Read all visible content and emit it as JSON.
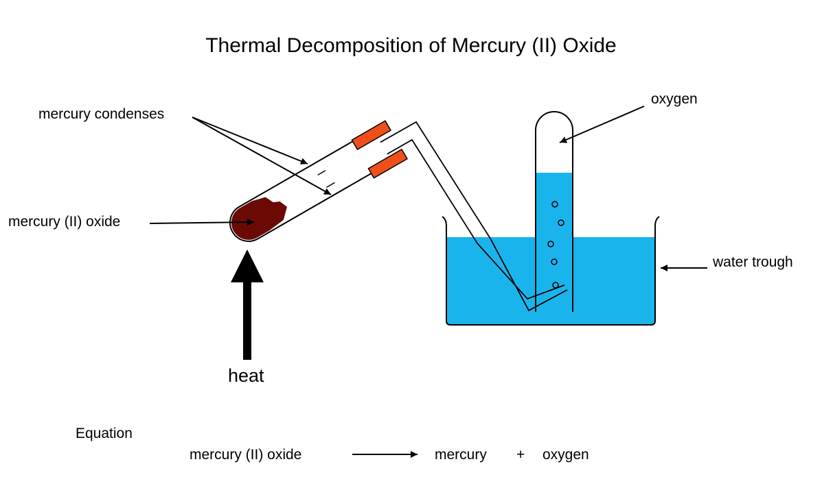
{
  "title": "Thermal Decomposition of Mercury (II) Oxide",
  "labels": {
    "mercury_condenses": "mercury condenses",
    "mercury_oxide": "mercury (II) oxide",
    "oxygen": "oxygen",
    "water_trough": "water trough",
    "heat": "heat"
  },
  "equation": {
    "heading": "Equation",
    "reactant": "mercury (II) oxide",
    "product_1": "mercury",
    "plus": "+",
    "product_2": "oxygen"
  },
  "colors": {
    "water": "#1ab4ec",
    "mercury_oxide": "#6b0a05",
    "stopper": "#ee4f1b",
    "outline": "#000000"
  }
}
